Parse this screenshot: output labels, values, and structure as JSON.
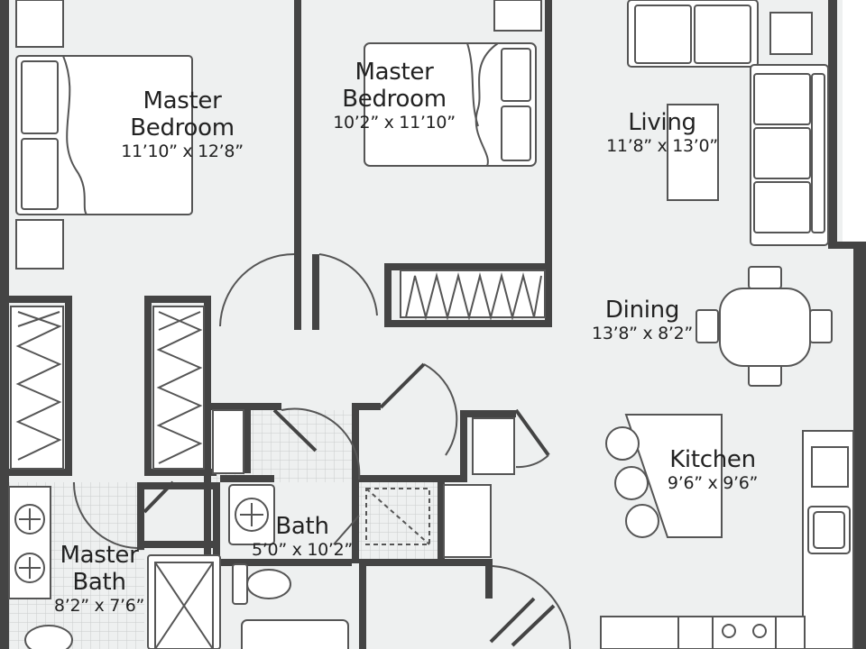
{
  "rooms": {
    "master_bedroom_1": {
      "name_line1": "Master",
      "name_line2": "Bedroom",
      "dims": "11’10” x 12’8”"
    },
    "master_bedroom_2": {
      "name_line1": "Master",
      "name_line2": "Bedroom",
      "dims": "10’2” x 11’10”"
    },
    "living": {
      "name": "Living",
      "dims": "11’8” x 13’0”"
    },
    "dining": {
      "name": "Dining",
      "dims": "13’8” x 8’2”"
    },
    "kitchen": {
      "name": "Kitchen",
      "dims": "9’6” x 9’6”"
    },
    "bath": {
      "name": "Bath",
      "dims": "5’0” x 10’2”"
    },
    "master_bath": {
      "name_line1": "Master",
      "name_line2": "Bath",
      "dims": "8’2” x 7’6”"
    }
  },
  "colors": {
    "floor": "#eef0f0",
    "wall": "#444444",
    "fixture_line": "#555555",
    "tile": "#c9cdcd"
  },
  "icons": [
    "bed-icon",
    "sofa-icon",
    "dining-table-icon",
    "closet-icon",
    "sink-icon",
    "toilet-icon",
    "shower-icon",
    "stove-icon",
    "door-swing-icon"
  ]
}
